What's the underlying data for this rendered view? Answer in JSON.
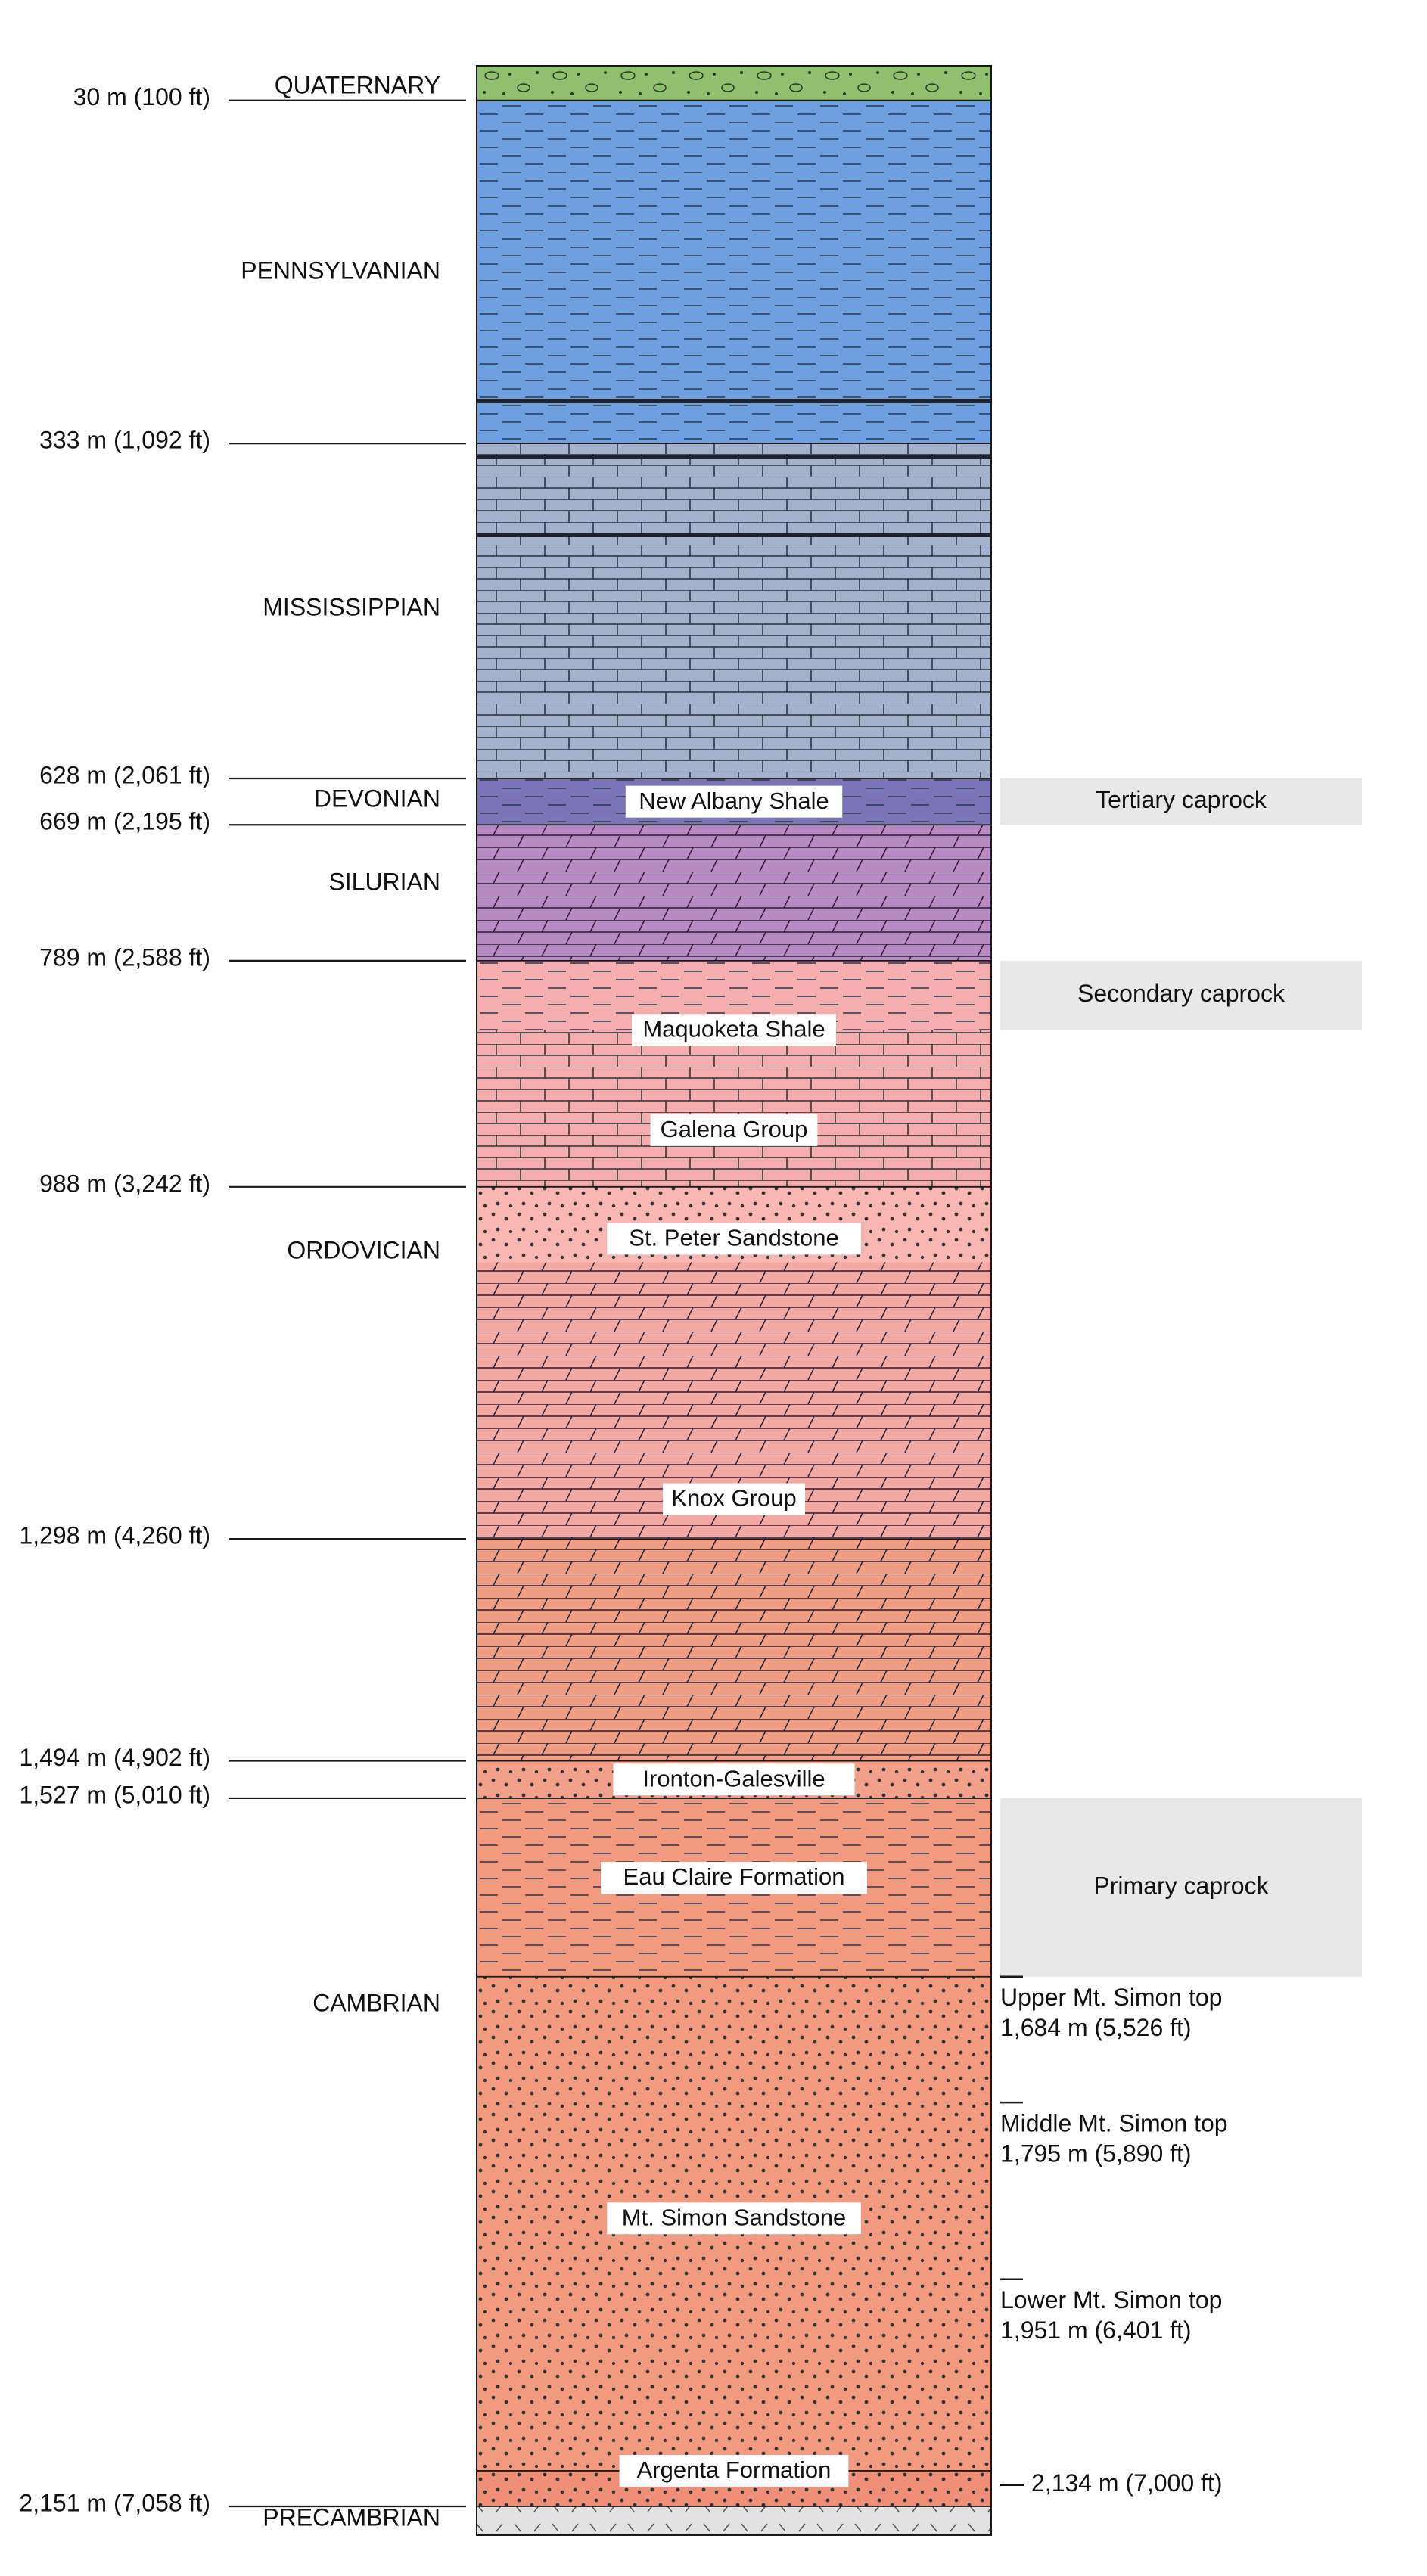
{
  "column": {
    "top_depth_ft": 0,
    "bottom_depth_ft": 7058,
    "units_note": "depth scale read from printed depth labels"
  },
  "periods": [
    {
      "key": "quaternary",
      "label": "QUATERNARY",
      "from_ft": 0,
      "to_ft": 100,
      "color": "#8fbf6f",
      "pattern": "gravel"
    },
    {
      "key": "pennsylvanian",
      "label": "PENNSYLVANIAN",
      "from_ft": 100,
      "to_ft": 1092,
      "color": "#6e9fde",
      "pattern": "shale"
    },
    {
      "key": "mississippian",
      "label": "MISSISSIPPIAN",
      "from_ft": 1092,
      "to_ft": 2061,
      "color": "#a3b1cc",
      "pattern": "limestone"
    },
    {
      "key": "devonian",
      "label": "DEVONIAN",
      "from_ft": 2061,
      "to_ft": 2195,
      "color": "#7d74b8",
      "pattern": "shale"
    },
    {
      "key": "silurian",
      "label": "SILURIAN",
      "from_ft": 2195,
      "to_ft": 2588,
      "color": "#b78bc2",
      "pattern": "dolomite"
    },
    {
      "key": "ordovician",
      "label": "ORDOVICIAN",
      "from_ft": 2588,
      "to_ft": 4902,
      "color": "#f4aeae",
      "pattern": "mixed"
    },
    {
      "key": "cambrian",
      "label": "CAMBRIAN",
      "from_ft": 4902,
      "to_ft": 7058,
      "color": "#f29a7f",
      "pattern": "mixed"
    },
    {
      "key": "precambrian",
      "label": "PRECAMBRIAN",
      "from_ft": 7058,
      "to_ft": 7150,
      "color": "#e2e2e2",
      "pattern": "granite"
    }
  ],
  "boundaries": [
    {
      "key": "d100",
      "label": "30 m (100 ft)",
      "depth_ft": 100
    },
    {
      "key": "d1092",
      "label": "333 m (1,092 ft)",
      "depth_ft": 1092
    },
    {
      "key": "d2061",
      "label": "628 m (2,061 ft)",
      "depth_ft": 2061
    },
    {
      "key": "d2195",
      "label": "669 m (2,195 ft)",
      "depth_ft": 2195
    },
    {
      "key": "d2588",
      "label": "789 m (2,588 ft)",
      "depth_ft": 2588
    },
    {
      "key": "d3242",
      "label": "988 m (3,242 ft)",
      "depth_ft": 3242
    },
    {
      "key": "d4260",
      "label": "1,298 m (4,260 ft)",
      "depth_ft": 4260
    },
    {
      "key": "d4902",
      "label": "1,494 m (4,902 ft)",
      "depth_ft": 4902
    },
    {
      "key": "d5010",
      "label": "1,527 m (5,010 ft)",
      "depth_ft": 5010
    },
    {
      "key": "d7058",
      "label": "2,151 m (7,058 ft)",
      "depth_ft": 7058
    }
  ],
  "formations": [
    {
      "key": "new-albany",
      "label": "New Albany Shale",
      "depth_ft": 2128
    },
    {
      "key": "maquoketa",
      "label": "Maquoketa Shale",
      "depth_ft": 2788
    },
    {
      "key": "galena",
      "label": "Galena Group",
      "depth_ft": 3078
    },
    {
      "key": "st-peter",
      "label": "St. Peter Sandstone",
      "depth_ft": 3392
    },
    {
      "key": "knox",
      "label": "Knox Group",
      "depth_ft": 4145
    },
    {
      "key": "ironton",
      "label": "Ironton-Galesville",
      "depth_ft": 4956
    },
    {
      "key": "eau-claire",
      "label": "Eau Claire Formation",
      "depth_ft": 5240
    },
    {
      "key": "mt-simon",
      "label": "Mt. Simon Sandstone",
      "depth_ft": 6225
    },
    {
      "key": "argenta",
      "label": "Argenta Formation",
      "depth_ft": 6955
    }
  ],
  "caprocks": [
    {
      "key": "tertiary",
      "label": "Tertiary caprock",
      "from_ft": 2061,
      "to_ft": 2195
    },
    {
      "key": "secondary",
      "label": "Secondary caprock",
      "from_ft": 2588,
      "to_ft": 2788
    },
    {
      "key": "primary",
      "label": "Primary caprock",
      "from_ft": 5010,
      "to_ft": 5526
    }
  ],
  "mt_simon_tops": [
    {
      "key": "upper",
      "name": "Upper Mt. Simon top",
      "value": "1,684 m (5,526 ft)",
      "depth_ft": 5526
    },
    {
      "key": "middle",
      "name": "Middle Mt. Simon top",
      "value": "1,795 m (5,890 ft)",
      "depth_ft": 5890
    },
    {
      "key": "lower",
      "name": "Lower Mt. Simon top",
      "value": "1,951 m (6,401 ft)",
      "depth_ft": 6401
    }
  ],
  "extra_marker": {
    "label": "— 2,134 m (7,000 ft)",
    "depth_ft": 7000
  },
  "colors": {
    "line": "#1a1a1a",
    "caprock_fill": "#e8e8e8",
    "label_box": "#ffffff"
  }
}
